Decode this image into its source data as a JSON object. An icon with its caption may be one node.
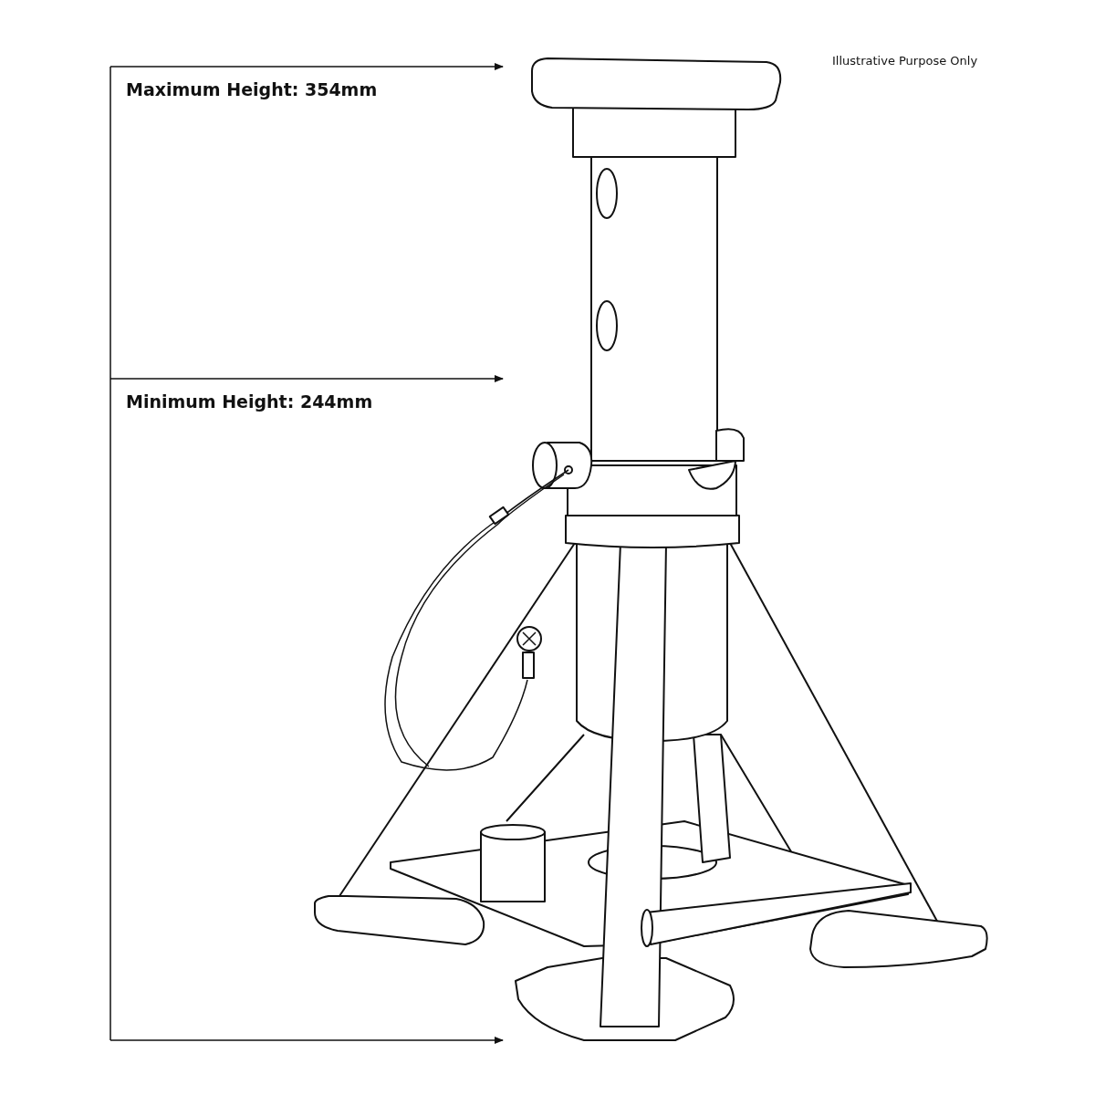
{
  "diagram": {
    "labels": [
      "Illustrative Purpose Only",
      "Maximum Height: 354mm",
      "Minimum Height: 244mm"
    ]
  }
}
